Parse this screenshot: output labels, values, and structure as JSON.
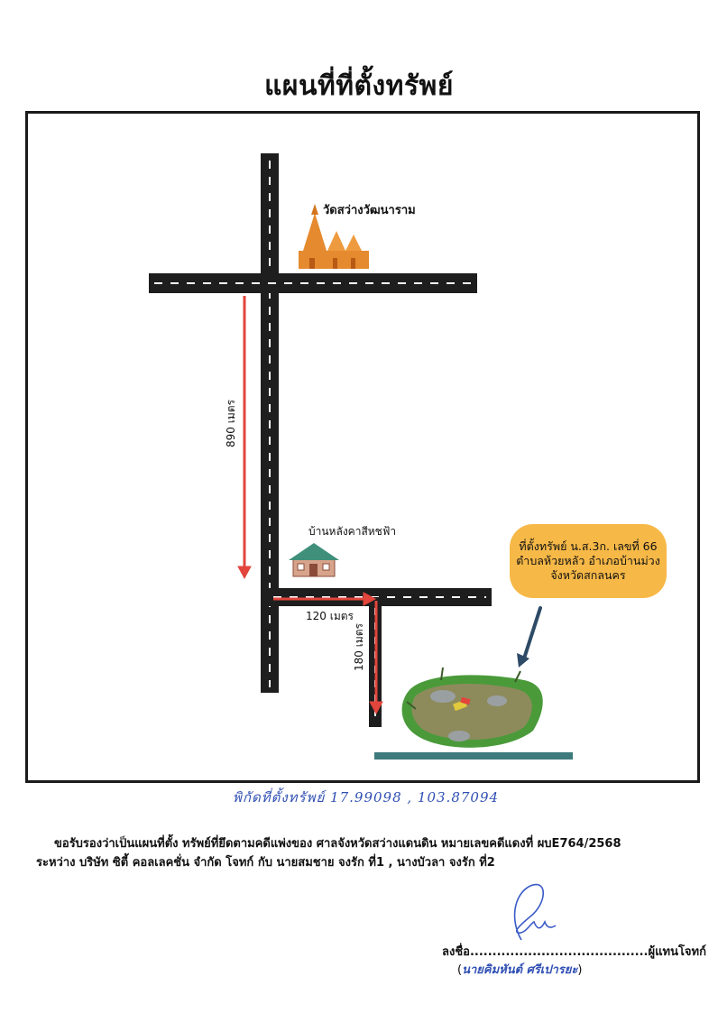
{
  "title": "แผนที่ที่ตั้งทรัพย์",
  "map": {
    "temple_label": "วัดสว่างวัฒนาราม",
    "house_label": "บ้านหลังคาสีหชฟ้า",
    "distance_vertical_main": "890 เมตร",
    "distance_horizontal": "120 เมตร",
    "distance_vertical_branch": "180 เมตร",
    "callout": {
      "line1": "ที่ตั้งทรัพย์ น.ส.3ก. เลขที่ 66",
      "line2": "ตำบลห้วยหลัว อำเภอบ้านม่วง",
      "line3": "จังหวัดสกลนคร"
    },
    "colors": {
      "road": "#1e1e1e",
      "route_arrow": "#e2453c",
      "callout_bg": "#f6b847",
      "pointer_arrow": "#2d4a66",
      "temple": "#e58a2e",
      "land": "#8d8b5c"
    },
    "icons": [
      "temple-icon",
      "house-icon",
      "land-plot-icon",
      "pointer-arrow-icon"
    ]
  },
  "handwritten_coordinates": "พิกัดที่ตั้งทรัพย์ 17.99098 , 103.87094",
  "certification": {
    "line1": "ขอรับรองว่าเป็นแผนที่ตั้ง   ทรัพย์ที่ยึดตามคดีแพ่งของ ศาลจังหวัดสว่างแดนดิน หมายเลขคดีแดงที่ ผบE764/2568",
    "line2": "ระหว่าง บริษัท ซิตี้ คอลเลคชั่น จำกัด โจทก์ กับ นายสมชาย จงรัก ที่1 , นางบัวลา จงรัก ที่2"
  },
  "signature": {
    "sign_prefix": "ลงชื่อ",
    "dots": "........................................",
    "role": "ผู้แทนโจทก์",
    "open_paren": "(",
    "signer_name": "นายคิมหันต์ ศรีเปารยะ",
    "close_paren": ")"
  }
}
